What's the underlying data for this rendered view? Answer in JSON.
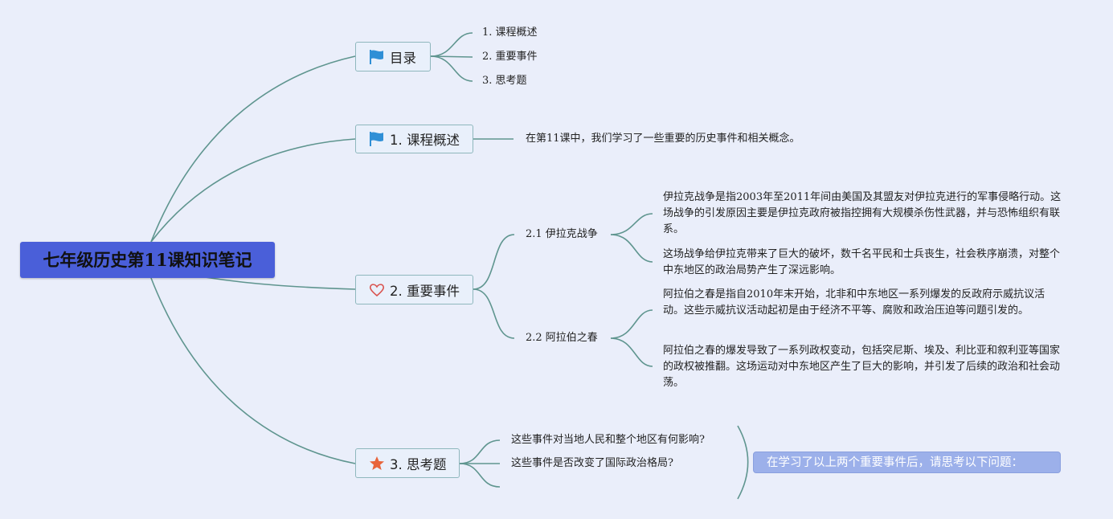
{
  "root": {
    "title": "七年级历史第11课知识笔记"
  },
  "topics": {
    "toc": {
      "label": "目录",
      "icon": "blue-flag-icon",
      "items": [
        "1. 课程概述",
        "2. 重要事件",
        "3. 思考题"
      ]
    },
    "overview": {
      "label": "1. 课程概述",
      "icon": "blue-flag-icon",
      "detail": "在第11课中，我们学习了一些重要的历史事件和相关概念。"
    },
    "events": {
      "label": "2. 重要事件",
      "icon": "heart-outline-icon",
      "subtopics": [
        {
          "label": "2.1 伊拉克战争",
          "details": [
            "伊拉克战争是指2003年至2011年间由美国及其盟友对伊拉克进行的军事侵略行动。这场战争的引发原因主要是伊拉克政府被指控拥有大规模杀伤性武器，并与恐怖组织有联系。",
            "这场战争给伊拉克带来了巨大的破坏，数千名平民和士兵丧生，社会秩序崩溃，对整个中东地区的政治局势产生了深远影响。"
          ]
        },
        {
          "label": "2.2 阿拉伯之春",
          "details": [
            "阿拉伯之春是指自2010年末开始，北非和中东地区一系列爆发的反政府示威抗议活动。这些示威抗议活动起初是由于经济不平等、腐败和政治压迫等问题引发的。",
            "阿拉伯之春的爆发导致了一系列政权变动，包括突尼斯、埃及、利比亚和叙利亚等国家的政权被推翻。这场运动对中东地区产生了巨大的影响，并引发了后续的政治和社会动荡。"
          ]
        }
      ]
    },
    "questions": {
      "label": "3. 思考题",
      "icon": "orange-star-icon",
      "items": [
        "这些事件对当地人民和整个地区有何影响?",
        "这些事件是否改变了国际政治格局?",
        ""
      ],
      "callout": "在学习了以上两个重要事件后，请思考以下问题："
    }
  },
  "colors": {
    "background": "#eaeefa",
    "root_fill": "#4a5fd9",
    "topic_fill": "#e9f0fb",
    "topic_border": "#8fb7bd",
    "connector": "#5f958f",
    "flag": "#2f8fd6",
    "heart": "#d9534f",
    "star": "#e8643a",
    "callout_fill": "#9cb0ea"
  }
}
